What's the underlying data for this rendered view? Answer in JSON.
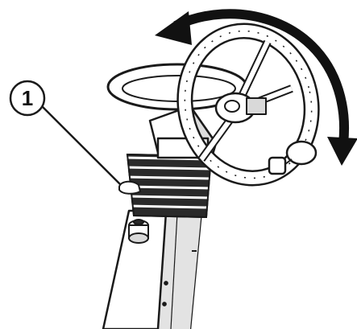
{
  "callouts": [
    {
      "number": "1",
      "target": "steering-column-tilt-lever"
    }
  ],
  "arrow": {
    "type": "curved-double-headed",
    "color": "#111111"
  },
  "colors": {
    "line": "#1a1a1a",
    "fill": "#ffffff",
    "shade": "#d9d9d9",
    "dark": "#2a2a2a"
  }
}
